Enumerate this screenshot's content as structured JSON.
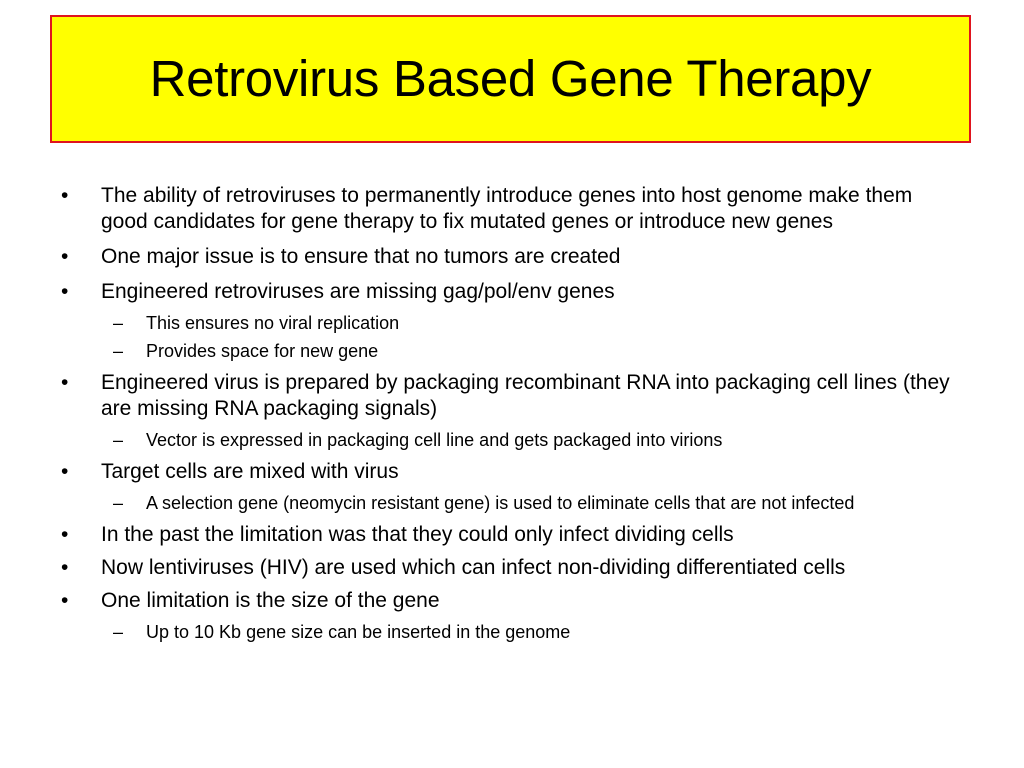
{
  "slide": {
    "title": "Retrovirus Based Gene Therapy",
    "bullet_glyph": "•",
    "sub_bullet_glyph": "–",
    "items": [
      {
        "text": "The ability of retroviruses to permanently introduce genes into host genome make them good candidates for gene therapy to fix mutated genes or introduce new genes"
      },
      {
        "text": "One major issue is to ensure that no tumors are created"
      },
      {
        "text": "Engineered retroviruses are missing gag/pol/env genes",
        "subitems": [
          "This ensures no viral replication",
          "Provides space for new gene"
        ]
      },
      {
        "text": "Engineered virus is prepared by packaging recombinant RNA into packaging cell lines (they are missing RNA packaging signals)",
        "subitems": [
          "Vector is expressed in packaging cell line and gets packaged into virions"
        ]
      },
      {
        "text": "Target cells are mixed with virus",
        "subitems": [
          "A selection gene (neomycin resistant gene) is used to eliminate cells that are not infected"
        ]
      },
      {
        "text": "In the past the limitation was that they could only infect dividing cells"
      },
      {
        "text": "Now lentiviruses (HIV) are used which can infect non-dividing differentiated cells"
      },
      {
        "text": "One limitation is the size of the gene",
        "subitems": [
          "Up to 10 Kb gene size can be inserted in the genome"
        ]
      }
    ]
  }
}
